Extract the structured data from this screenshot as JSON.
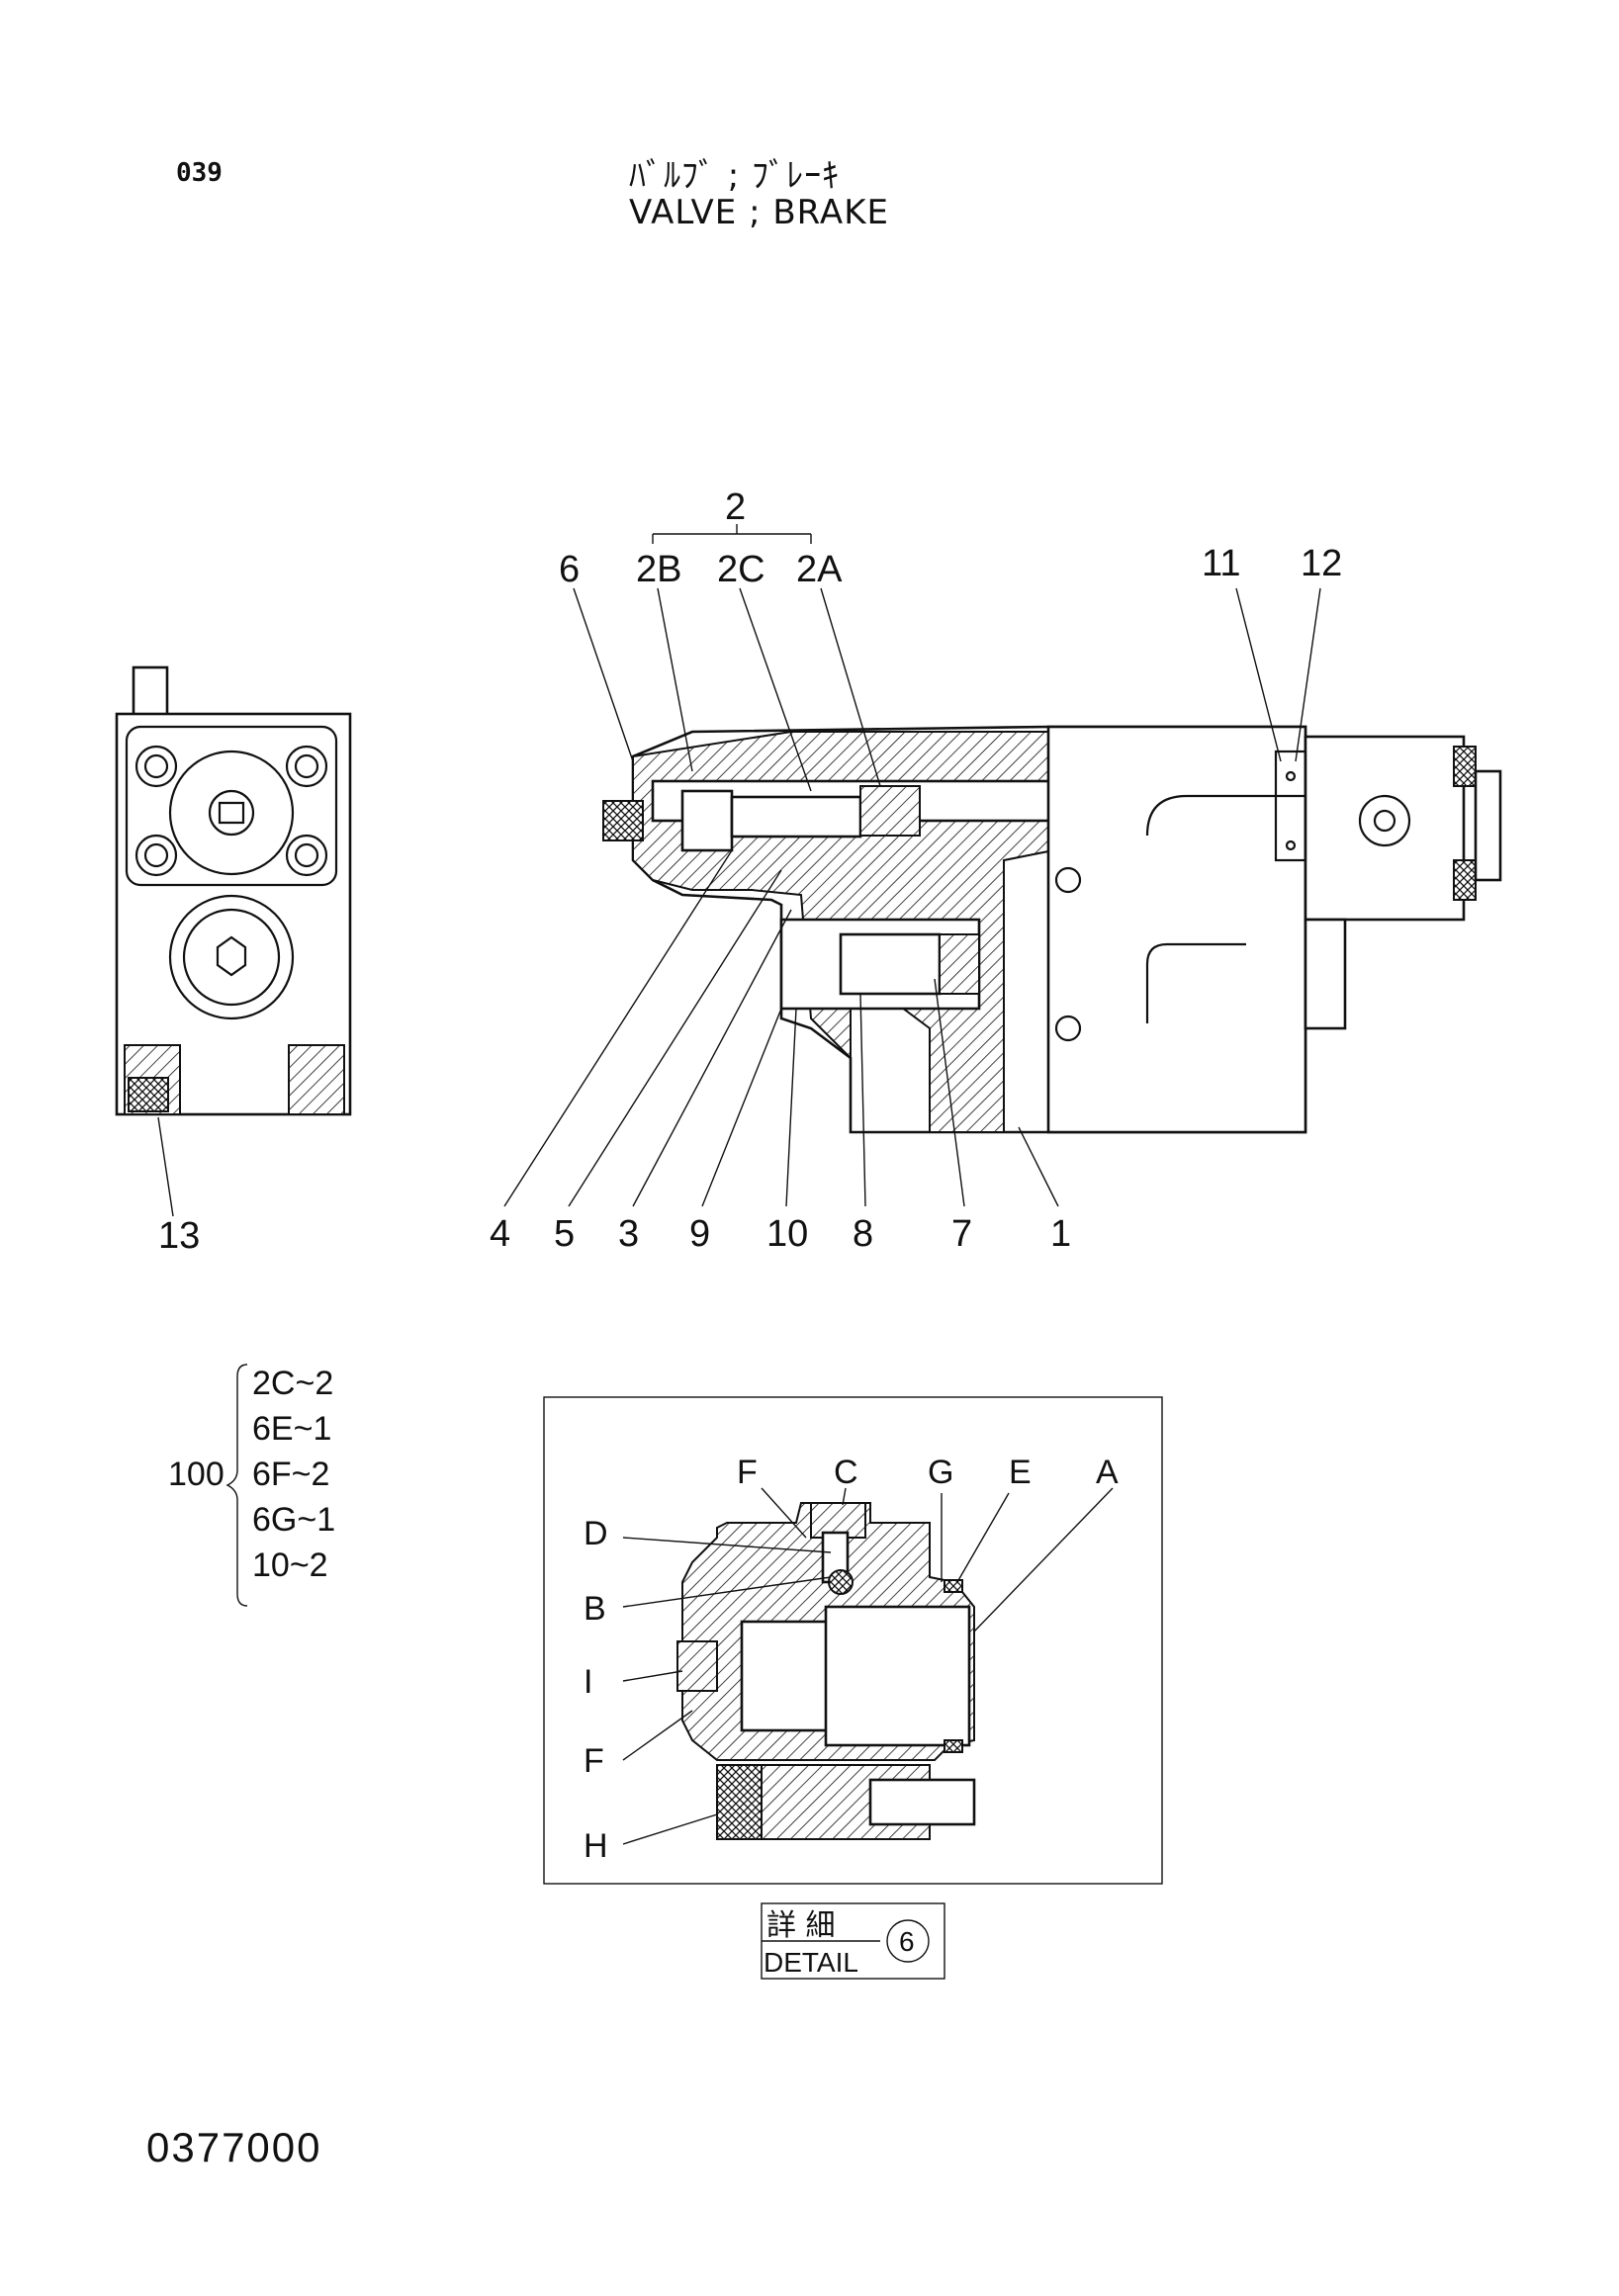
{
  "sheet_number": "039",
  "title": {
    "jp": "ﾊﾞﾙﾌﾞ ; ﾌﾞﾚｰｷ",
    "en": "VALVE ; BRAKE"
  },
  "part_id": "0377000",
  "main_view": {
    "callouts": {
      "c2": "2",
      "c2B": "2B",
      "c2C": "2C",
      "c2A": "2A",
      "c6": "6",
      "c11": "11",
      "c12": "12",
      "c4": "4",
      "c5": "5",
      "c3": "3",
      "c9": "9",
      "c10": "10",
      "c8": "8",
      "c7": "7",
      "c1": "1"
    }
  },
  "side_view": {
    "callouts": {
      "c13": "13"
    }
  },
  "kit": {
    "number": "100",
    "items": [
      "2C~2",
      "6E~1",
      "6F~2",
      "6G~1",
      "10~2"
    ]
  },
  "detail_view": {
    "callouts": {
      "F_top": "F",
      "C": "C",
      "G": "G",
      "E": "E",
      "A": "A",
      "D": "D",
      "B": "B",
      "I": "I",
      "F_bottom": "F",
      "H": "H"
    },
    "tag": {
      "jp": "詳 細",
      "en": "DETAIL",
      "number": "6"
    }
  }
}
